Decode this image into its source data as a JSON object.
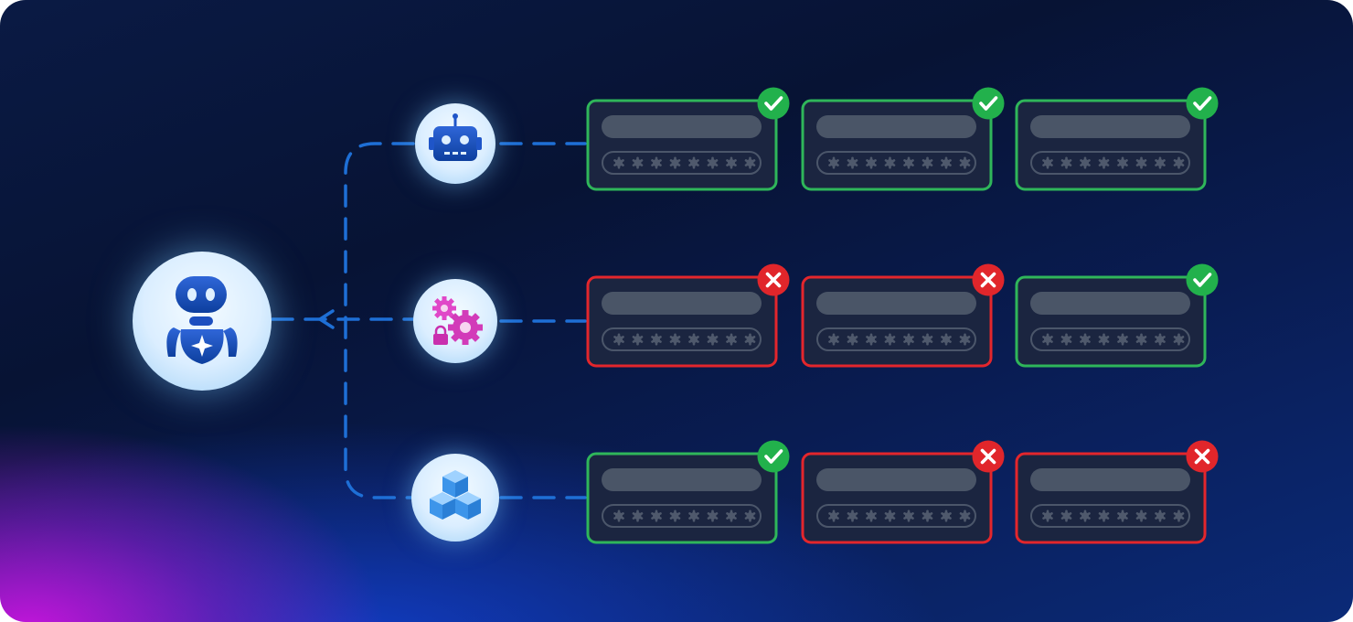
{
  "colors": {
    "connector": "#1e6fd6",
    "pass_border": "#2fb65a",
    "fail_border": "#e3262c",
    "pass_badge": "#22b14c",
    "fail_badge": "#e1262b",
    "card_fill": "#1b2540",
    "bar_fill": "#4a5567",
    "pill_stroke": "#4b566a",
    "dot_fill": "#4f596c"
  },
  "diagram": {
    "central_node": {
      "icon": "ai-agent-icon"
    },
    "rows": [
      {
        "icon": "robot-icon",
        "results": [
          "pass",
          "pass",
          "pass"
        ]
      },
      {
        "icon": "gears-lock-icon",
        "results": [
          "fail",
          "fail",
          "pass"
        ]
      },
      {
        "icon": "stacked-cubes-icon",
        "results": [
          "pass",
          "fail",
          "fail"
        ]
      }
    ],
    "credential_card": {
      "masked_dots": 8
    }
  }
}
